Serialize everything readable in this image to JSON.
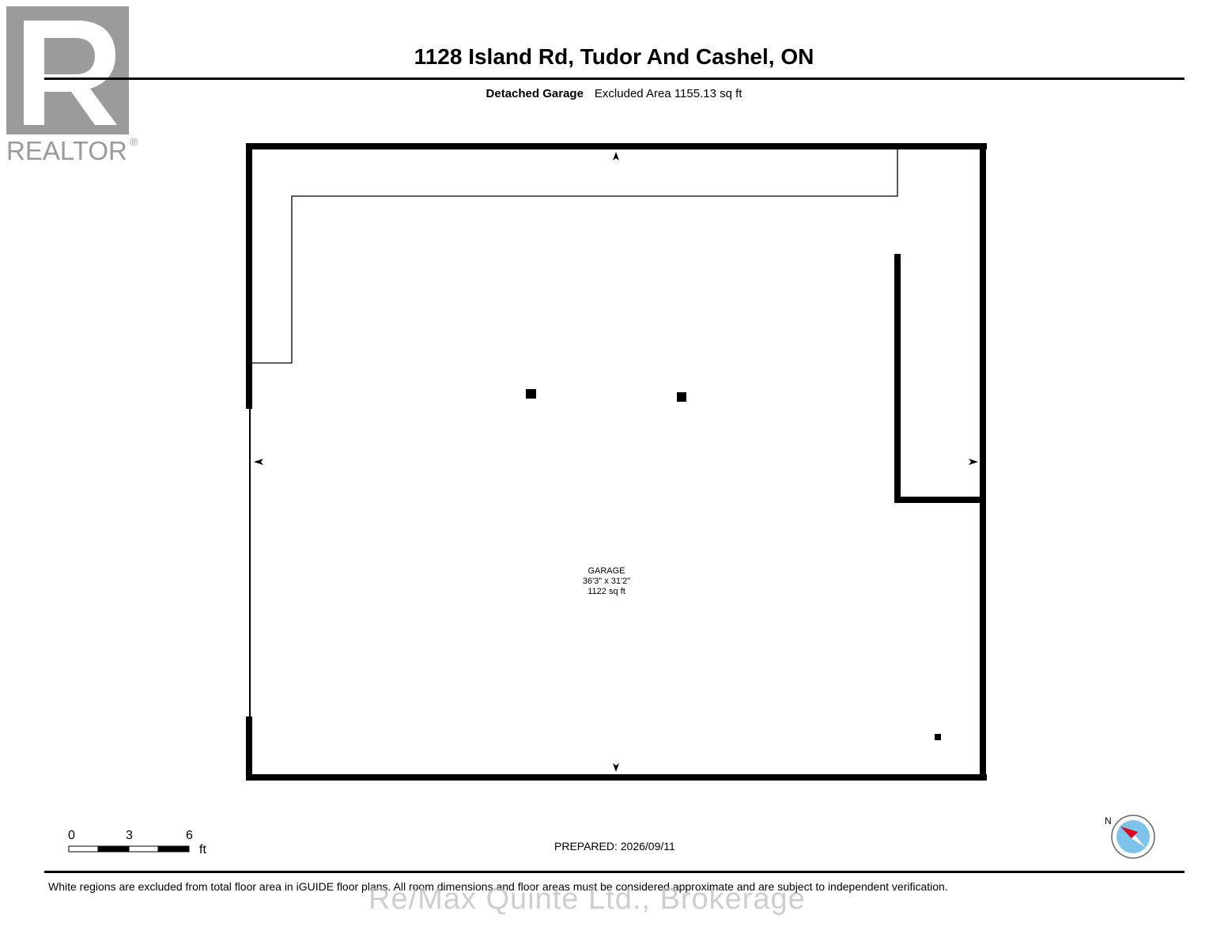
{
  "logo": {
    "text": "REALTOR",
    "registered": "®"
  },
  "header": {
    "title": "1128 Island Rd, Tudor And Cashel, ON"
  },
  "subheader": {
    "floor_name": "Detached Garage",
    "excluded_area": "Excluded Area 1155.13 sq ft"
  },
  "room": {
    "name": "GARAGE",
    "dimensions": "36'3\" x 31'2\"",
    "area": "1122 sq ft"
  },
  "scale_bar": {
    "ticks": [
      "0",
      "3",
      "6"
    ],
    "unit": "ft"
  },
  "footer": {
    "prepared": "PREPARED: 2026/09/11",
    "disclaimer": "White regions are excluded from total floor area in iGUIDE floor plans. All room dimensions and floor areas must be considered approximate and are subject to independent verification.",
    "watermark": "Re/Max Quinte Ltd., Brokerage"
  },
  "compass": {
    "north_label": "N",
    "needle_color": "#e0001b",
    "ring_color": "#7ec4ea"
  }
}
